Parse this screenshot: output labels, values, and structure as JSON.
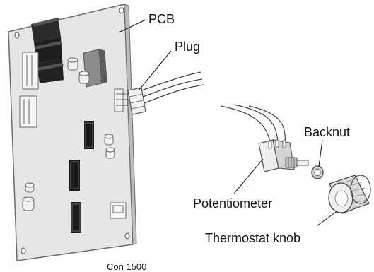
{
  "labels": {
    "pcb": "PCB",
    "plug": "Plug",
    "backnut": "Backnut",
    "potentiometer": "Potentiometer",
    "thermostat_knob": "Thermostat knob"
  },
  "caption": "Con 1500"
}
